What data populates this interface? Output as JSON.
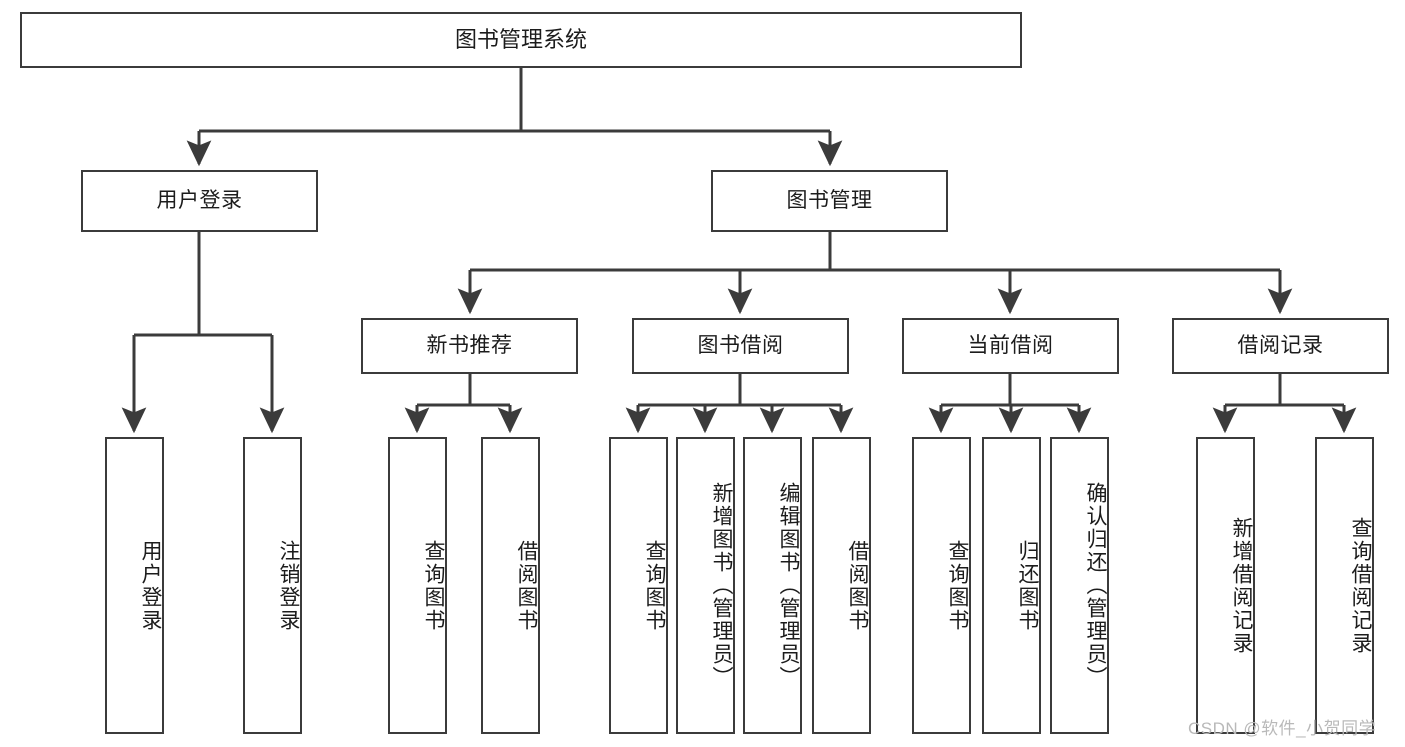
{
  "diagram": {
    "type": "hierarchy-tree",
    "title": "图书管理系统",
    "root": {
      "label": "图书管理系统"
    },
    "level1": [
      {
        "label": "用户登录"
      },
      {
        "label": "图书管理"
      }
    ],
    "level2": [
      {
        "label": "新书推荐"
      },
      {
        "label": "图书借阅"
      },
      {
        "label": "当前借阅"
      },
      {
        "label": "借阅记录"
      }
    ],
    "leaves": {
      "user_login": [
        {
          "label": "用户登录"
        },
        {
          "label": "注销登录"
        }
      ],
      "new_book_recommend": [
        {
          "label": "查询图书"
        },
        {
          "label": "借阅图书"
        }
      ],
      "book_borrow": [
        {
          "label": "查询图书"
        },
        {
          "label": "新增图书（管理员）"
        },
        {
          "label": "编辑图书（管理员）"
        },
        {
          "label": "借阅图书"
        }
      ],
      "current_borrow": [
        {
          "label": "查询图书"
        },
        {
          "label": "归还图书"
        },
        {
          "label": "确认归还（管理员）"
        }
      ],
      "borrow_record": [
        {
          "label": "新增借阅记录"
        },
        {
          "label": "查询借阅记录"
        }
      ]
    }
  },
  "watermark": {
    "text": "CSDN @软件_小贺同学"
  },
  "colors": {
    "border": "#3b3b3b",
    "text": "#1c1c1c",
    "background": "#ffffff",
    "watermark": "#b9b9b9"
  }
}
